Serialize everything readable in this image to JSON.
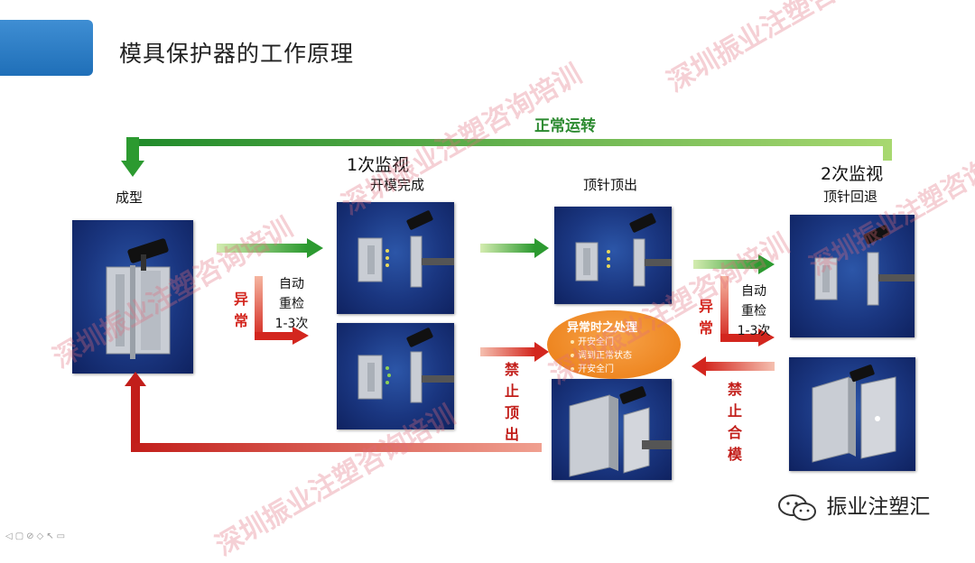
{
  "slide": {
    "title": "模具保护器的工作原理",
    "normal_run": "正常运转",
    "molding": "成型",
    "monitor1": "1次监视",
    "mold_open_done": "开模完成",
    "ejector_out": "顶针顶出",
    "monitor2": "2次监视",
    "ejector_return": "顶针回退",
    "abnormal_left": [
      "异",
      "常"
    ],
    "auto_recheck_left": [
      "自动",
      "重检",
      "1-3次"
    ],
    "abnormal_right": [
      "异",
      "常"
    ],
    "auto_recheck_right": [
      "自动",
      "重检",
      "1-3次"
    ],
    "no_eject": [
      "禁",
      "止",
      "顶",
      "出"
    ],
    "no_close": [
      "禁",
      "止",
      "合",
      "模"
    ],
    "abnormal_handling": {
      "title": "异常时之处理",
      "items": [
        "开安全门",
        "调到正常状态",
        "开安全门"
      ]
    },
    "watermark": "深圳振业注塑咨询培训",
    "logo_text": "振业注塑汇",
    "colors": {
      "green": "#2c9a30",
      "red": "#d3261e",
      "orange": "#ea7a10",
      "panel_blue": "#1a3680"
    }
  }
}
